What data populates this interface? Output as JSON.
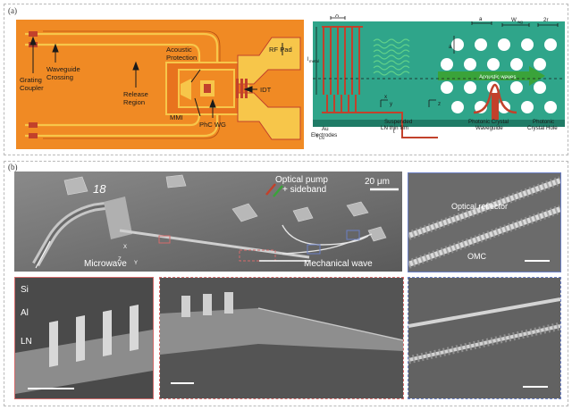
{
  "panel_a": {
    "label": "(a)",
    "left_labels": {
      "grating_coupler": [
        "Grating",
        "Coupler"
      ],
      "waveguide_crossing": [
        "Waveguide",
        "Crossing"
      ],
      "release_region": [
        "Release",
        "Region"
      ],
      "acoustic_protection": [
        "Acoustic",
        "Protection"
      ],
      "rf_pad": "RF Pad",
      "idt": "IDT",
      "mmi": "MMI",
      "phc_wg": "PhC WG"
    },
    "right_labels": {
      "au_electrodes": [
        "Au",
        "Electrodes"
      ],
      "suspended_ln": [
        "Suspended",
        "LN thin film"
      ],
      "phc_waveguide": [
        "Photonic Crystal",
        "Waveguide"
      ],
      "phc_hole": [
        "Photonic",
        "Crystal Hole"
      ],
      "acoustic_waves": "Acoustic waves",
      "lambda": "Λ",
      "a": "a",
      "w_wg": "W",
      "w_wg_sub": "wg",
      "two_r": "2r",
      "l_metal": "l",
      "l_metal_sub": "metal",
      "x_axis": "x",
      "y_axis": "y",
      "z_axis": "z",
      "t_metal": "t",
      "t_ln": "t",
      "t_ln_sub": "LN"
    }
  },
  "panel_b": {
    "label": "(b)",
    "top_labels": {
      "chip_number": "18",
      "optical_pump": [
        "Optical pump",
        "+ sideband"
      ],
      "scale": "20 μm",
      "microwave": "Microwave",
      "mechanical_wave": "Mechanical wave",
      "axis_x": "X",
      "axis_y": "Y",
      "axis_z": "Z"
    },
    "inset_top_right": {
      "optical_reflector": "Optical reflector",
      "omc": "OMC"
    },
    "inset_bottom_left": {
      "si": "Si",
      "al": "Al",
      "ln": "LN"
    }
  },
  "colors": {
    "chip_orange": "#f08a24",
    "chip_dark_orange": "#d9641a",
    "chip_yellow": "#f7c64a",
    "metal_red": "#c2412b",
    "ln_teal": "#2fa58a",
    "arrow_green": "#3aa33a",
    "sem_gray": "#7b7b7b",
    "frame_red": "#d56b6b",
    "frame_blue": "#6b7fc4"
  }
}
